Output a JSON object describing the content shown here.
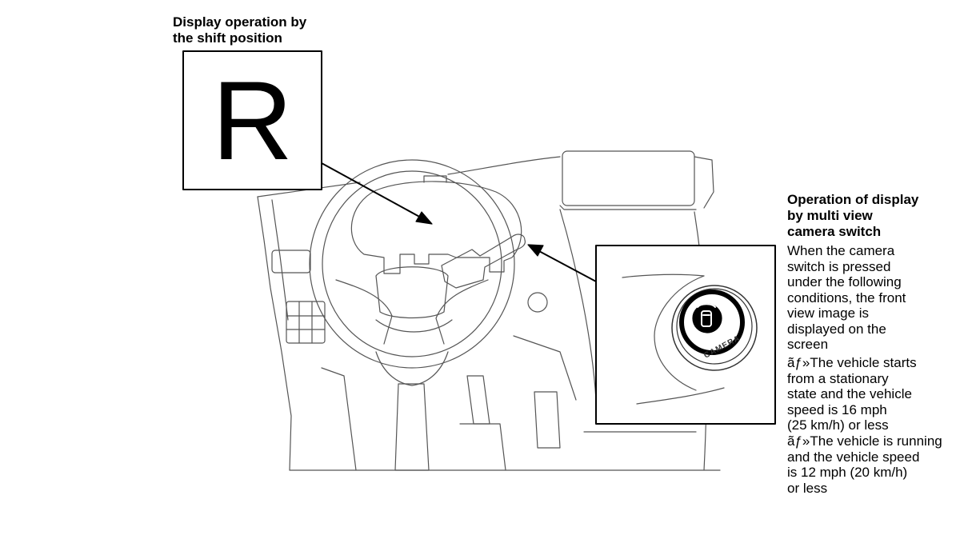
{
  "shift_section": {
    "title": "Display operation by\nthe shift position",
    "shift_letter": "R"
  },
  "camera_section": {
    "title": "Operation of display\nby multi view\ncamera switch",
    "description": "When the camera\nswitch is pressed\nunder the following\nconditions, the front\nview image is\ndisplayed on the\nscreen",
    "conditions": [
      "ãƒ»The vehicle starts\nfrom a stationary\nstate and the vehicle\nspeed is 16 mph\n(25 km/h) or less",
      "ãƒ»The vehicle is running\nand the vehicle speed\nis 12 mph (20 km/h)\nor less"
    ],
    "button_label": "CAMERA"
  }
}
